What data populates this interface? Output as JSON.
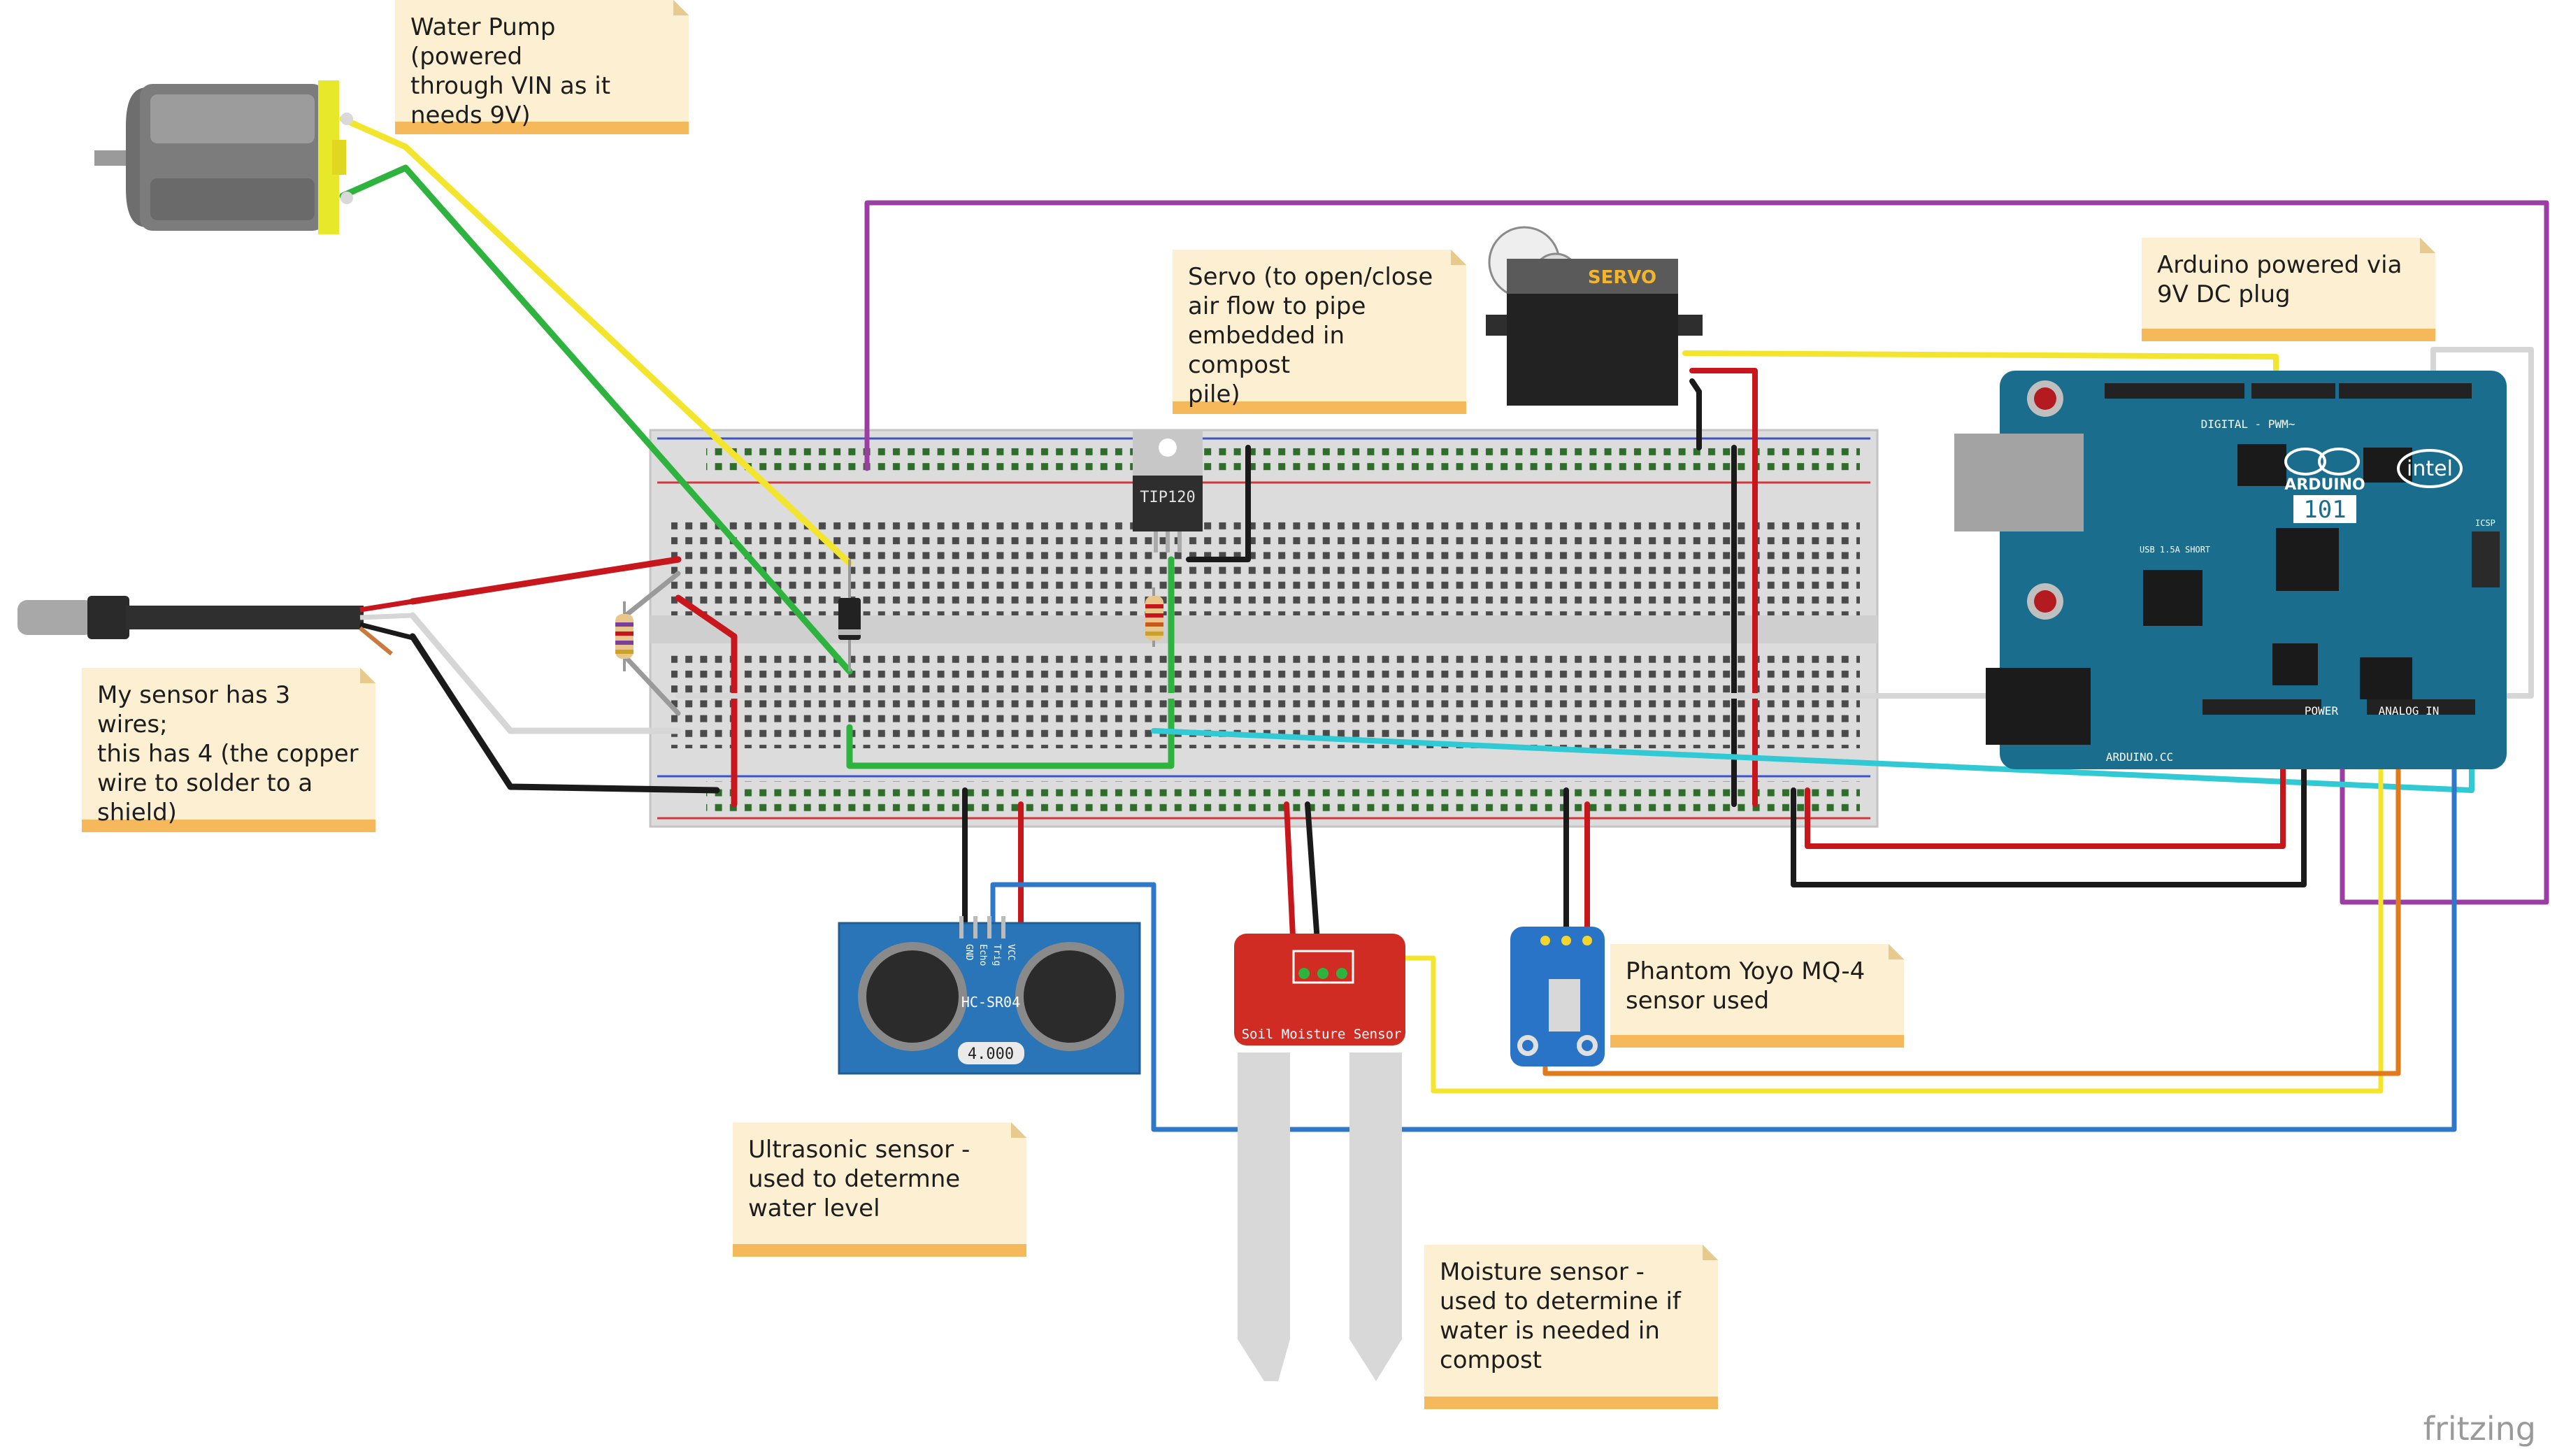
{
  "notes": {
    "pump": "Water Pump (powered\nthrough VIN as it\nneeds 9V)",
    "servo": "Servo (to open/close\nair flow to pipe\nembedded in compost\npile)",
    "arduino": "Arduino powered via\n9V DC plug",
    "temp_sensor": "My sensor has 3 wires;\nthis has 4 (the copper\nwire to solder to a\nshield)",
    "mq4": "Phantom Yoyo MQ-4\nsensor used",
    "ultrasonic": "Ultrasonic sensor -\nused to determne\nwater level",
    "moisture": "Moisture sensor -\nused to determine if\nwater is needed in\ncompost"
  },
  "components": {
    "transistor_label": "TIP120",
    "servo_label": "SERVO",
    "arduino_brand": "ARDUINO",
    "arduino_model": "101",
    "intel": "intel",
    "digital_header": "DIGITAL - PWM~",
    "power_header": "POWER",
    "analog_header": "ANALOG IN",
    "arduino_cc": "ARDUINO.CC",
    "usb_note": "USB 1.5A\nSHORT",
    "icsp": "ICSP",
    "soil_label": "Soil Moisture Sensor",
    "hcsr04_label": "HC-SR04",
    "hcsr04_crystal": "4.000",
    "ultra_pins": [
      "GND",
      "Echo",
      "Trig",
      "VCC"
    ]
  },
  "colors": {
    "red": "#c8161d",
    "black": "#1a1a1a",
    "yellow": "#f3e52d",
    "green": "#2eb33f",
    "purple": "#9a3ea3",
    "blue": "#2f78c8",
    "orange": "#e07a1c",
    "cyan": "#31c9d3",
    "white_wire": "#d6d6d6",
    "note_bg": "#fdf0d2",
    "note_border": "#f5b85a",
    "arduino_blue": "#1a6d8c"
  },
  "footer": {
    "brand": "fritzing"
  }
}
